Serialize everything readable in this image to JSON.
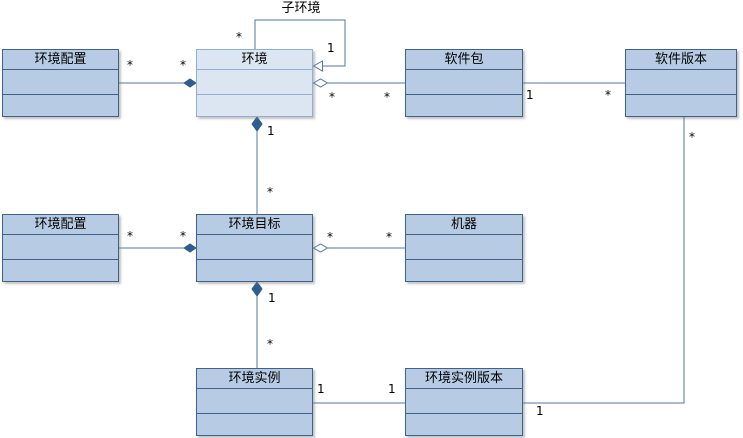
{
  "diagram": {
    "type": "uml-class-diagram",
    "classes": [
      {
        "title": "环境配置"
      },
      {
        "title": "环境"
      },
      {
        "title": "软件包"
      },
      {
        "title": "软件版本"
      },
      {
        "title": "环境配置"
      },
      {
        "title": "环境目标"
      },
      {
        "title": "机器"
      },
      {
        "title": "环境实例"
      },
      {
        "title": "环境实例版本"
      }
    ],
    "relations": [
      {
        "name": "env-config-top--env",
        "kind": "composition",
        "end_a": "*",
        "end_b": "*"
      },
      {
        "name": "env--env-self-loop",
        "kind": "self-generalization",
        "label": "子环境",
        "end_a": "*",
        "end_b": "1"
      },
      {
        "name": "env--software-package",
        "kind": "aggregation",
        "end_a": "*",
        "end_b": "*"
      },
      {
        "name": "software-package--software-version",
        "kind": "association",
        "end_a": "1",
        "end_b": "*"
      },
      {
        "name": "env--env-target",
        "kind": "composition",
        "end_a": "1",
        "end_b": "*"
      },
      {
        "name": "env-config-mid--env-target",
        "kind": "composition",
        "end_a": "*",
        "end_b": "*"
      },
      {
        "name": "env-target--machine",
        "kind": "aggregation",
        "end_a": "*",
        "end_b": "*"
      },
      {
        "name": "env-target--env-instance",
        "kind": "composition",
        "end_a": "1",
        "end_b": "*"
      },
      {
        "name": "env-instance--env-instance-version",
        "kind": "association",
        "end_a": "1",
        "end_b": "1"
      },
      {
        "name": "software-version--env-instance-version",
        "kind": "association",
        "end_a": "*",
        "end_b": "1"
      }
    ],
    "colors": {
      "class_fill": "#b7cce4",
      "class_fill_light": "#dce6f2",
      "class_border": "#416287",
      "class_border_light": "#93aecf",
      "connector": "#53779c",
      "diamond_fill": "#2f5e8e",
      "text": "#000000"
    }
  }
}
